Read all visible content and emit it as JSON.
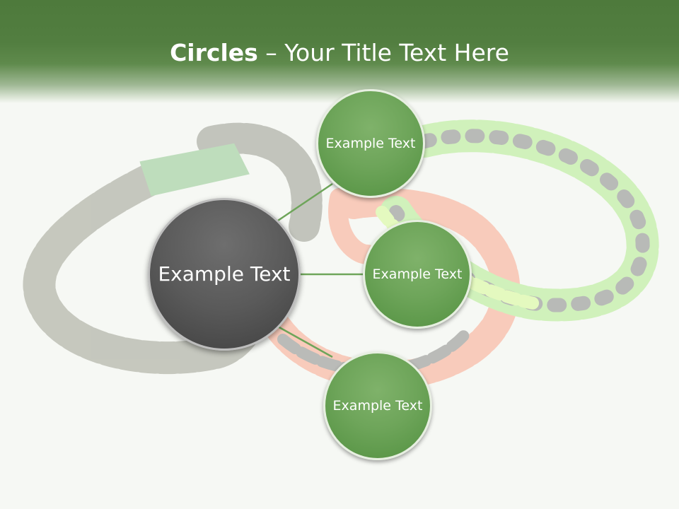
{
  "title": {
    "bold": "Circles",
    "rest": " – Your Title Text Here"
  },
  "diagram": {
    "center": {
      "text": "Example Text"
    },
    "nodes": [
      {
        "text": "Example Text"
      },
      {
        "text": "Example Text"
      },
      {
        "text": "Example Text"
      }
    ]
  },
  "colors": {
    "header": "#4e7a3c",
    "node_fill": "#6ea55a",
    "center_fill": "#555555",
    "connector": "#6ea55a"
  }
}
